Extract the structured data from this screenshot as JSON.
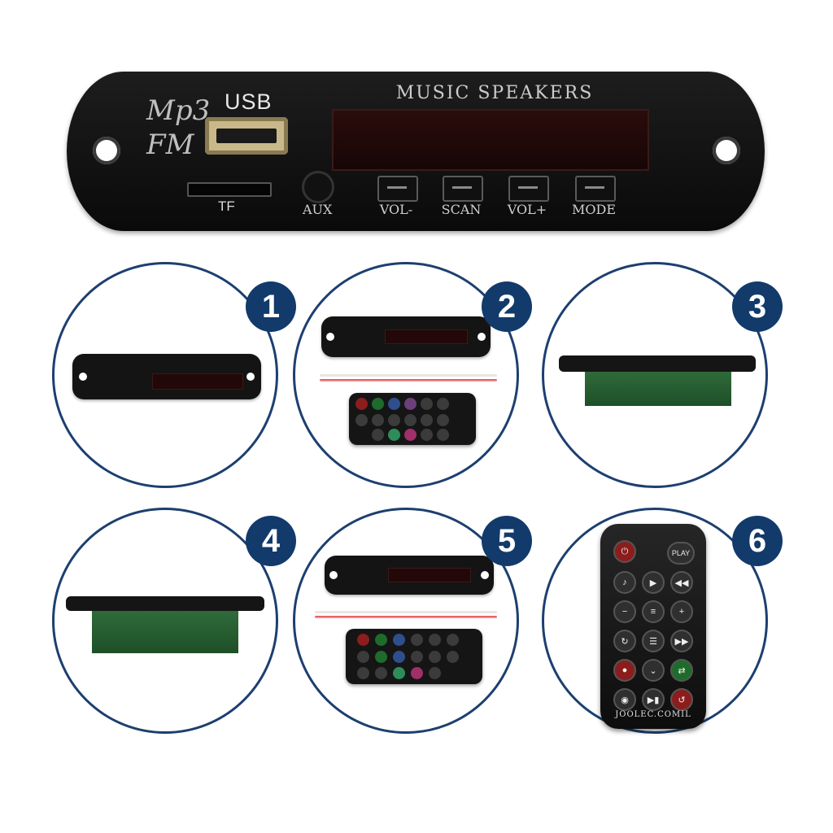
{
  "panel": {
    "logo_line1": "Mp3",
    "logo_line2": "FM",
    "usb_label": "USB",
    "tf_label": "TF",
    "aux_label": "AUX",
    "brand_label": "MUSIC SPEAKERS",
    "buttons": [
      "VOL-",
      "SCAN",
      "VOL+",
      "MODE"
    ]
  },
  "badges": [
    "1",
    "2",
    "3",
    "4",
    "5",
    "6"
  ],
  "remote": {
    "top_right_label": "PLAY",
    "brand": "JOOLEC.COMIL"
  },
  "colors": {
    "badge": "#123a6b",
    "circle_border": "#1d3f70",
    "panel": "#121212",
    "display": "#220808"
  }
}
